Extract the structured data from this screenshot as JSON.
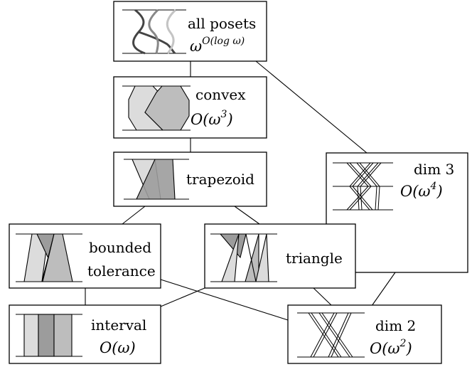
{
  "nodes": {
    "all_posets": {
      "name": "all posets",
      "complexity_base": "ω",
      "complexity_exp": "O(log ω)"
    },
    "convex": {
      "name": "convex",
      "complexity_base": "O(ω",
      "complexity_exp": "3",
      "complexity_close": ")"
    },
    "trapezoid": {
      "name": "trapezoid"
    },
    "dim3": {
      "name": "dim 3",
      "complexity_base": "O(ω",
      "complexity_exp": "4",
      "complexity_close": ")"
    },
    "bounded_tolerance": {
      "name_line1": "bounded",
      "name_line2": "tolerance"
    },
    "triangle": {
      "name": "triangle"
    },
    "interval": {
      "name": "interval",
      "complexity": "O(ω)"
    },
    "dim2": {
      "name": "dim 2",
      "complexity_base": "O(ω",
      "complexity_exp": "2",
      "complexity_close": ")"
    }
  },
  "colors": {
    "light_gray": "#dcdcdc",
    "mid_gray": "#bdbdbd",
    "dark_gray": "#9c9c9c",
    "curve_dark": "#444444",
    "curve_mid": "#888888",
    "curve_light": "#c4c4c4"
  }
}
